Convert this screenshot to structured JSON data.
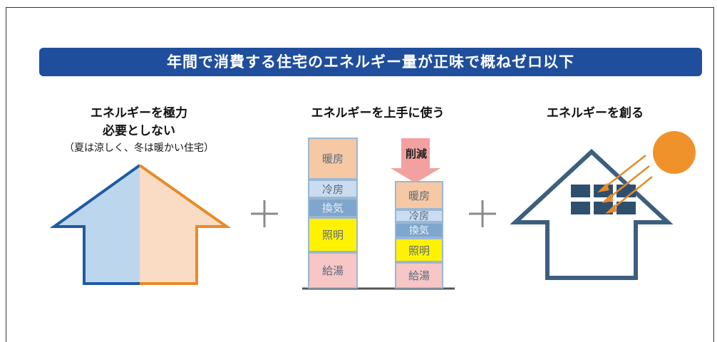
{
  "banner": {
    "title": "年間で消費する住宅のエネルギー量が正味で概ねゼロ以下"
  },
  "left": {
    "heading_line1": "エネルギーを極力",
    "heading_line2": "必要としない",
    "note": "（夏は涼しく、冬は暖かい住宅）"
  },
  "middle": {
    "heading": "エネルギーを上手に使う",
    "reduce_label": "削減",
    "before": [
      "暖房",
      "冷房",
      "換気",
      "照明",
      "給湯"
    ],
    "after": [
      "暖房",
      "冷房",
      "換気",
      "照明",
      "給湯"
    ]
  },
  "right": {
    "heading": "エネルギーを創る"
  },
  "operators": {
    "plus1": "+",
    "plus2": "+"
  },
  "colors": {
    "banner": "#1f4e9c",
    "heating": "#f6c8a3",
    "cooling": "#c9dcf0",
    "ventilation": "#7fa6cc",
    "lighting": "#fff200",
    "hot_water": "#f7c6c6",
    "arrow": "#f3a1a0",
    "sun": "#f0922b",
    "house_blue": "#1f5aa6",
    "house_orange": "#e88a2a",
    "solar_house": "#3d5f7e"
  }
}
